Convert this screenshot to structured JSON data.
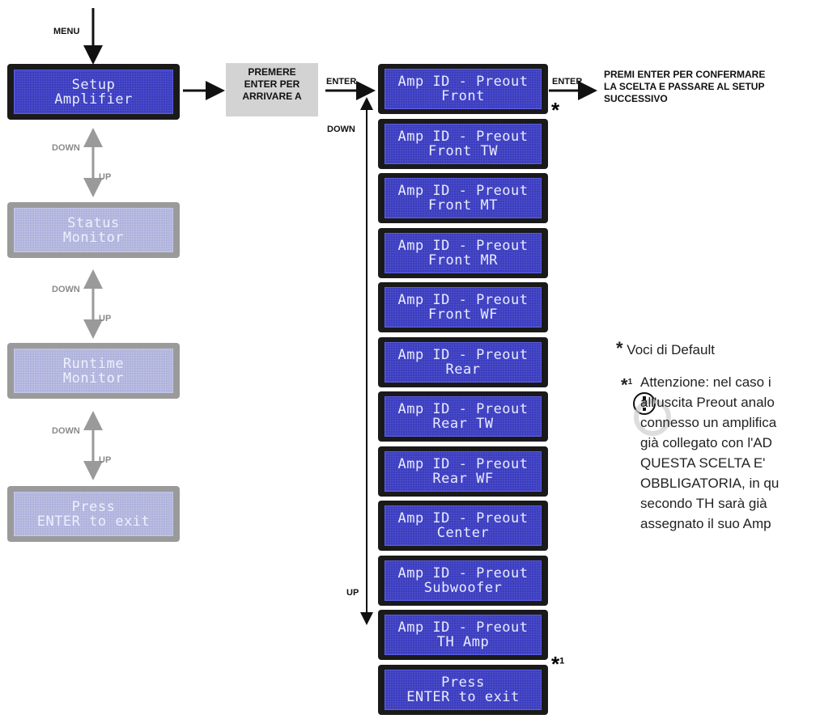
{
  "labels": {
    "menu": "MENU",
    "enter_left": "ENTER",
    "enter_right": "ENTER",
    "down_main": "DOWN",
    "up_main": "UP",
    "down1": "DOWN",
    "up1": "UP",
    "down2": "DOWN",
    "up2": "UP",
    "down3": "DOWN",
    "up3": "UP"
  },
  "left_menu": [
    {
      "line1": "Setup",
      "line2": "Amplifier"
    },
    {
      "line1": "Status",
      "line2": "Monitor"
    },
    {
      "line1": "Runtime",
      "line2": "Monitor"
    },
    {
      "line1": "Press",
      "line2": "ENTER to exit"
    }
  ],
  "note_box": {
    "line1": "PREMERE",
    "line2": "ENTER PER",
    "line3": "ARRIVARE A"
  },
  "confirm_note": {
    "line1": "PREMI ENTER PER CONFERMARE",
    "line2": "LA SCELTA E PASSARE AL SETUP",
    "line3": "SUCCESSIVO"
  },
  "amp_items": [
    {
      "line1": "Amp ID - Preout",
      "line2": "Front"
    },
    {
      "line1": "Amp ID - Preout",
      "line2": "Front TW"
    },
    {
      "line1": "Amp ID - Preout",
      "line2": "Front MT"
    },
    {
      "line1": "Amp ID - Preout",
      "line2": "Front MR"
    },
    {
      "line1": "Amp ID - Preout",
      "line2": "Front WF"
    },
    {
      "line1": "Amp ID - Preout",
      "line2": "Rear"
    },
    {
      "line1": "Amp ID - Preout",
      "line2": "Rear TW"
    },
    {
      "line1": "Amp ID - Preout",
      "line2": "Rear WF"
    },
    {
      "line1": "Amp ID - Preout",
      "line2": "Center"
    },
    {
      "line1": "Amp ID - Preout",
      "line2": "Subwoofer"
    },
    {
      "line1": "Amp ID - Preout",
      "line2": "TH Amp"
    },
    {
      "line1": "Press",
      "line2": "ENTER to exit"
    }
  ],
  "markers": {
    "default": "*",
    "note1": "*",
    "note1_sup": "1"
  },
  "legend": {
    "default_text": "Voci di Default",
    "note_lines": [
      "Attenzione: nel caso i",
      "all'uscita Preout analo",
      "connesso un amplifica",
      "già collegato con l'AD",
      "QUESTA SCELTA E'",
      "OBBLIGATORIA, in qu",
      "secondo TH sarà già",
      "assegnato il suo Amp"
    ]
  },
  "colors": {
    "lcd_bg": "#3a3cc0",
    "lcd_frame": "#1a1a1a",
    "dim_frame": "#9a9a9a",
    "note_gray": "#d3d3d3"
  }
}
